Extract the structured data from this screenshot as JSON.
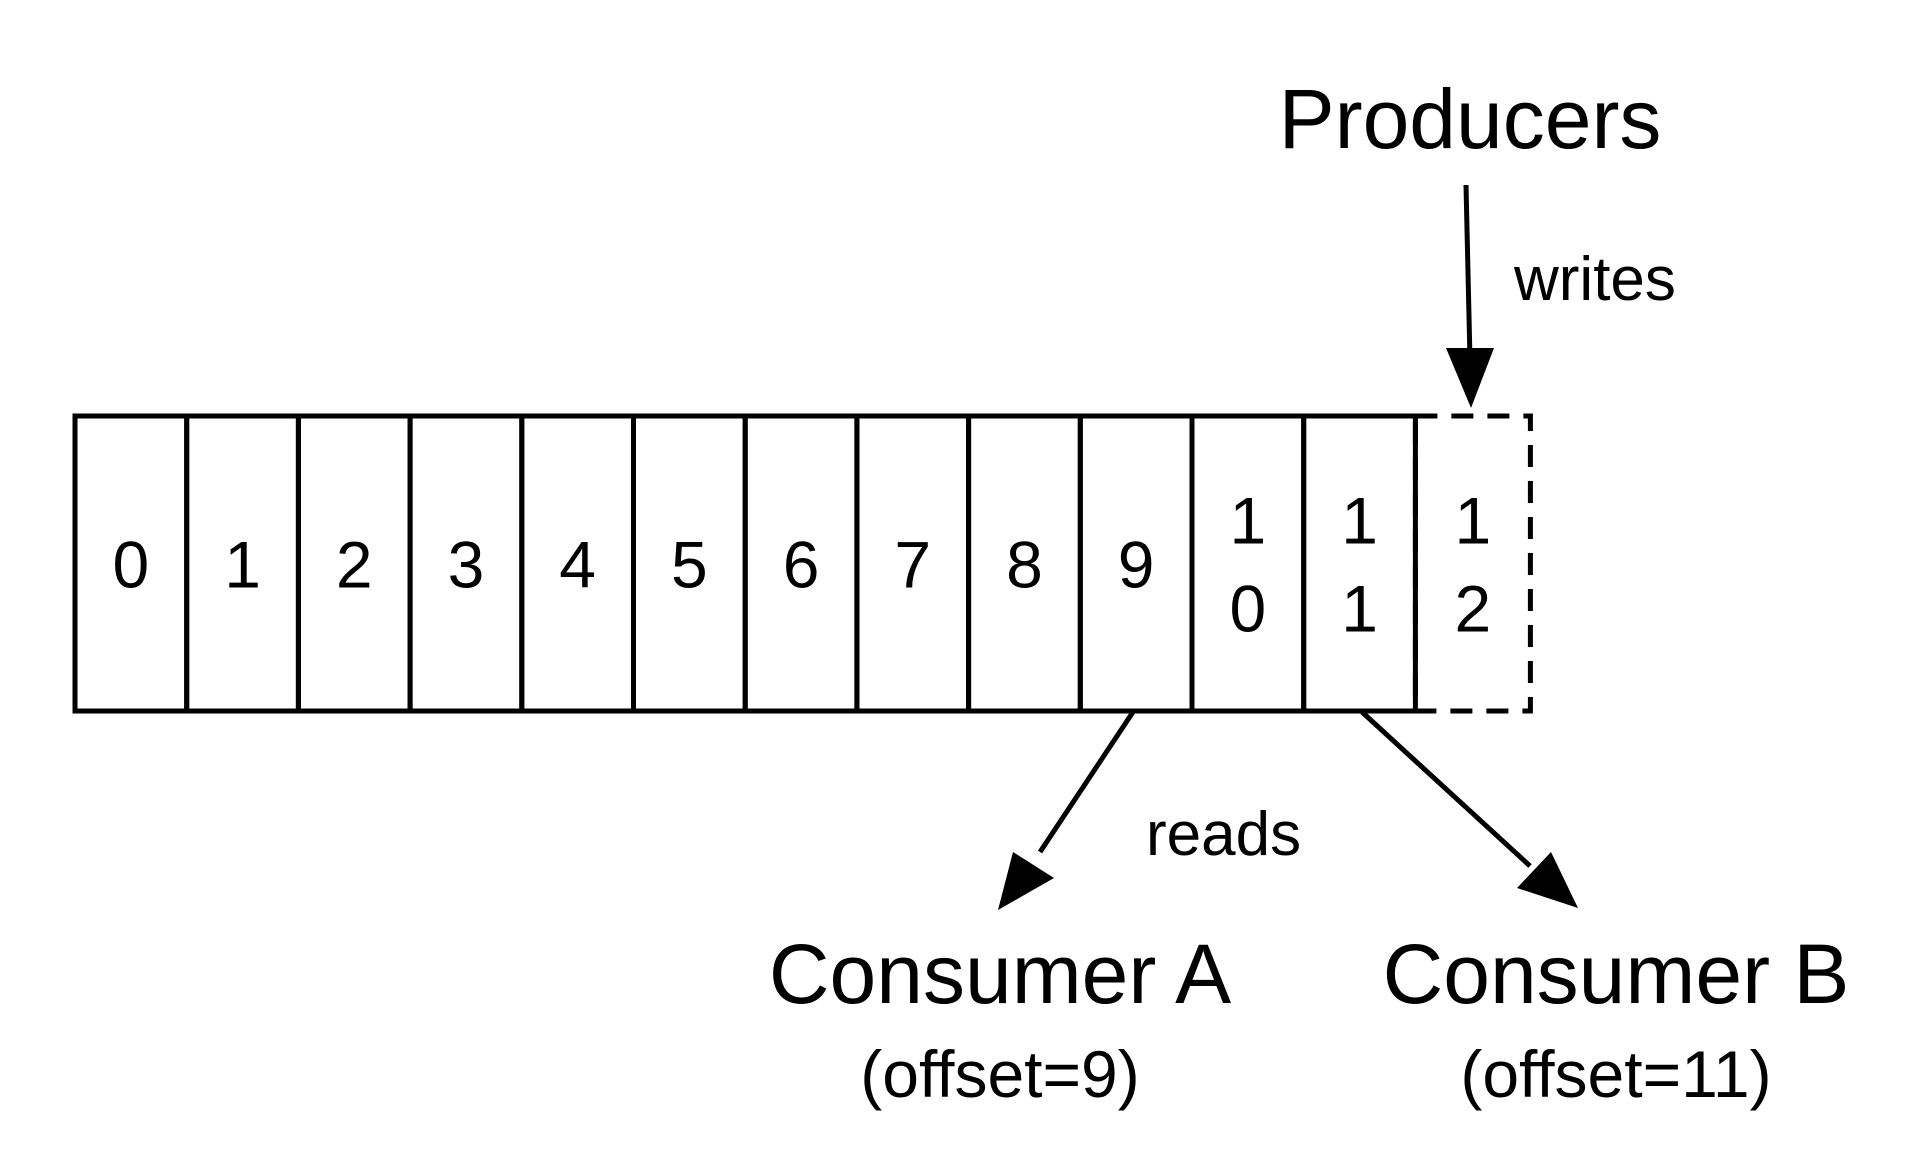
{
  "labels": {
    "producers": "Producers",
    "writes": "writes",
    "reads": "reads",
    "consumer_a": "Consumer A",
    "consumer_a_offset": "(offset=9)",
    "consumer_b": "Consumer B",
    "consumer_b_offset": "(offset=11)"
  },
  "log": {
    "cells": [
      "0",
      "1",
      "2",
      "3",
      "4",
      "5",
      "6",
      "7",
      "8",
      "9",
      "10",
      "11"
    ],
    "pending_cell": "12"
  },
  "colors": {
    "stroke": "#000000",
    "background": "#ffffff"
  }
}
